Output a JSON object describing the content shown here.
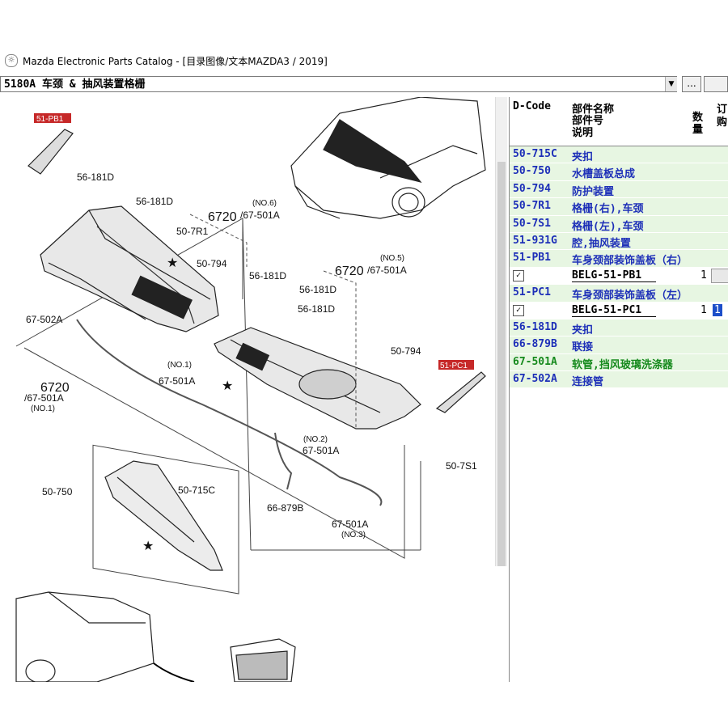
{
  "window": {
    "title": "Mazda Electronic Parts Catalog - [目录图像/文本MAZDA3 / 2019]"
  },
  "group_select": {
    "value": "5180A  车颈 & 抽风装置格栅",
    "browse_label": "..."
  },
  "diagram": {
    "callouts": {
      "pb1": "51-PB1",
      "pc1": "51-PC1"
    },
    "labels": {
      "l1": "56-181D",
      "l2": "56-181D",
      "l3": "6720",
      "l3b": "/67-501A",
      "l3c": "(NO.6)",
      "l4": "50-7R1",
      "l5": "50-794",
      "l6": "56-181D",
      "l7": "6720",
      "l7b": "/67-501A",
      "l7c": "(NO.5)",
      "l8": "56-181D",
      "l9": "56-181D",
      "l10": "67-502A",
      "l11": "50-794",
      "l12": "(NO.1)",
      "l13": "67-501A",
      "l14": "6720",
      "l14b": "/67-501A",
      "l14c": "(NO.1)",
      "l15": "(NO.2)",
      "l16": "67-501A",
      "l17": "50-7S1",
      "l18": "50-750",
      "l19": "50-715C",
      "l20": "66-879B",
      "l21": "67-501A",
      "l22": "(NO.3)"
    }
  },
  "parts_panel": {
    "headers": {
      "dcode": "D-Code",
      "name1": "部件名称",
      "name2": "部件号",
      "name3": "说明",
      "qty": "数量",
      "order1": "订",
      "order2": "购"
    },
    "rows": [
      {
        "code": "50-715C",
        "name": "夹扣"
      },
      {
        "code": "50-750",
        "name": "水槽盖板总成"
      },
      {
        "code": "50-794",
        "name": "防护装置"
      },
      {
        "code": "50-7R1",
        "name": "格栅(右),车颈"
      },
      {
        "code": "50-7S1",
        "name": "格栅(左),车颈"
      },
      {
        "code": "51-931G",
        "name": "腔,抽风装置"
      },
      {
        "code": "51-PB1",
        "name": "车身颈部装饰盖板（右）"
      },
      {
        "check": "✓",
        "part_no": "BELG-51-PB1",
        "qty": "1"
      },
      {
        "code": "51-PC1",
        "name": "车身颈部装饰盖板（左）"
      },
      {
        "check": "✓",
        "part_no": "BELG-51-PC1",
        "qty": "1",
        "selected": "1"
      },
      {
        "code": "56-181D",
        "name": "夹扣"
      },
      {
        "code": "66-879B",
        "name": "联接"
      },
      {
        "code": "67-501A",
        "name": "软管,挡风玻璃洗涤器"
      },
      {
        "code": "67-502A",
        "name": "连接管"
      }
    ]
  },
  "colors": {
    "row_bg": "#e7f6e2",
    "code_blue": "#1d2fb8",
    "code_green": "#168a1d",
    "callout_bg": "#c62828"
  }
}
